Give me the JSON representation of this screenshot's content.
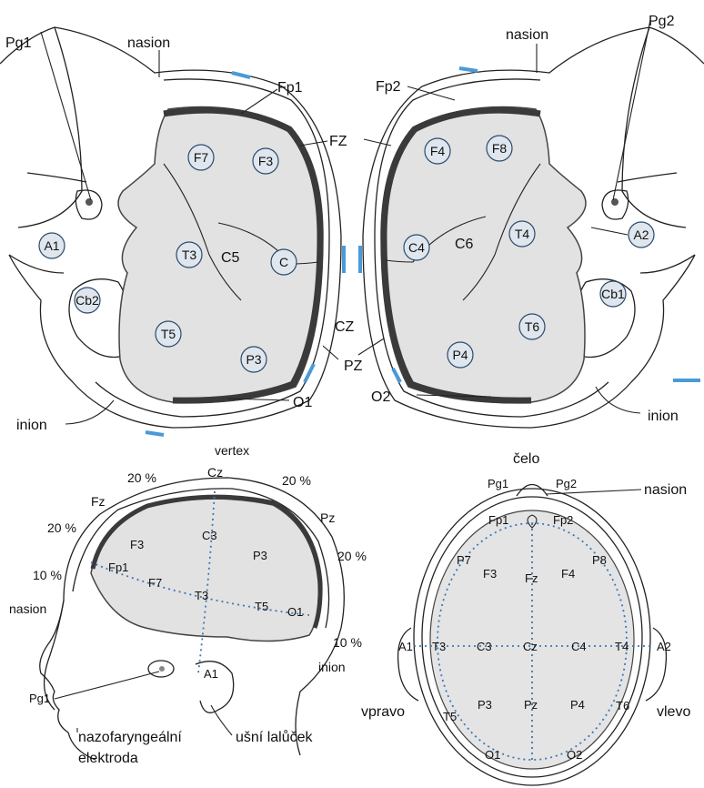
{
  "top_left": {
    "pg1": "Pg1",
    "nasion": "nasion",
    "fp1": "Fp1",
    "fz": "FZ",
    "a1": "A1",
    "cb2": "Cb2",
    "f7": "F7",
    "f3": "F3",
    "t3": "T3",
    "c5": "C5",
    "c": "C",
    "t5": "T5",
    "p3": "P3",
    "cz": "CZ",
    "pz": "PZ",
    "o1": "O1",
    "inion": "inion"
  },
  "top_right": {
    "pg2": "Pg2",
    "nasion": "nasion",
    "fp2": "Fp2",
    "f4": "F4",
    "f8": "F8",
    "a2": "A2",
    "c4": "C4",
    "c6": "C6",
    "t4": "T4",
    "cb1": "Cb1",
    "t6": "T6",
    "p4": "P4",
    "o2": "O2",
    "inion": "inion"
  },
  "side_view": {
    "vertex": "vertex",
    "cz": "Cz",
    "pct_20_a": "20 %",
    "pct_20_b": "20 %",
    "pct_20_c": "20 %",
    "pct_20_d": "20 %",
    "pct_10_a": "10 %",
    "pct_10_b": "10 %",
    "fz": "Fz",
    "pz": "Pz",
    "f3": "F3",
    "c3": "C3",
    "p3": "P3",
    "fp1": "Fp1",
    "f7": "F7",
    "t3": "T3",
    "t5": "T5",
    "o1": "O1",
    "nasion": "nasion",
    "inion": "inion",
    "a1": "A1",
    "pg1": "Pg1",
    "nazo": "nazofaryngeální",
    "elektroda": "elektroda",
    "lalucek": "ušní lalůček"
  },
  "top_view": {
    "celo": "čelo",
    "pg1": "Pg1",
    "pg2": "Pg2",
    "nasion": "nasion",
    "fp1": "Fp1",
    "fp2": "Fp2",
    "p7": "P7",
    "p8": "P8",
    "f3": "F3",
    "fz": "Fz",
    "f4": "F4",
    "a1": "A1",
    "t3": "T3",
    "c3": "C3",
    "cz": "Cz",
    "c4": "C4",
    "t4": "T4",
    "a2": "A2",
    "p3": "P3",
    "pz": "Pz",
    "p4": "P4",
    "t5": "T5",
    "t6": "T6",
    "vpravo": "vpravo",
    "vlevo": "vlevo",
    "o1": "O1",
    "o2": "O2"
  }
}
